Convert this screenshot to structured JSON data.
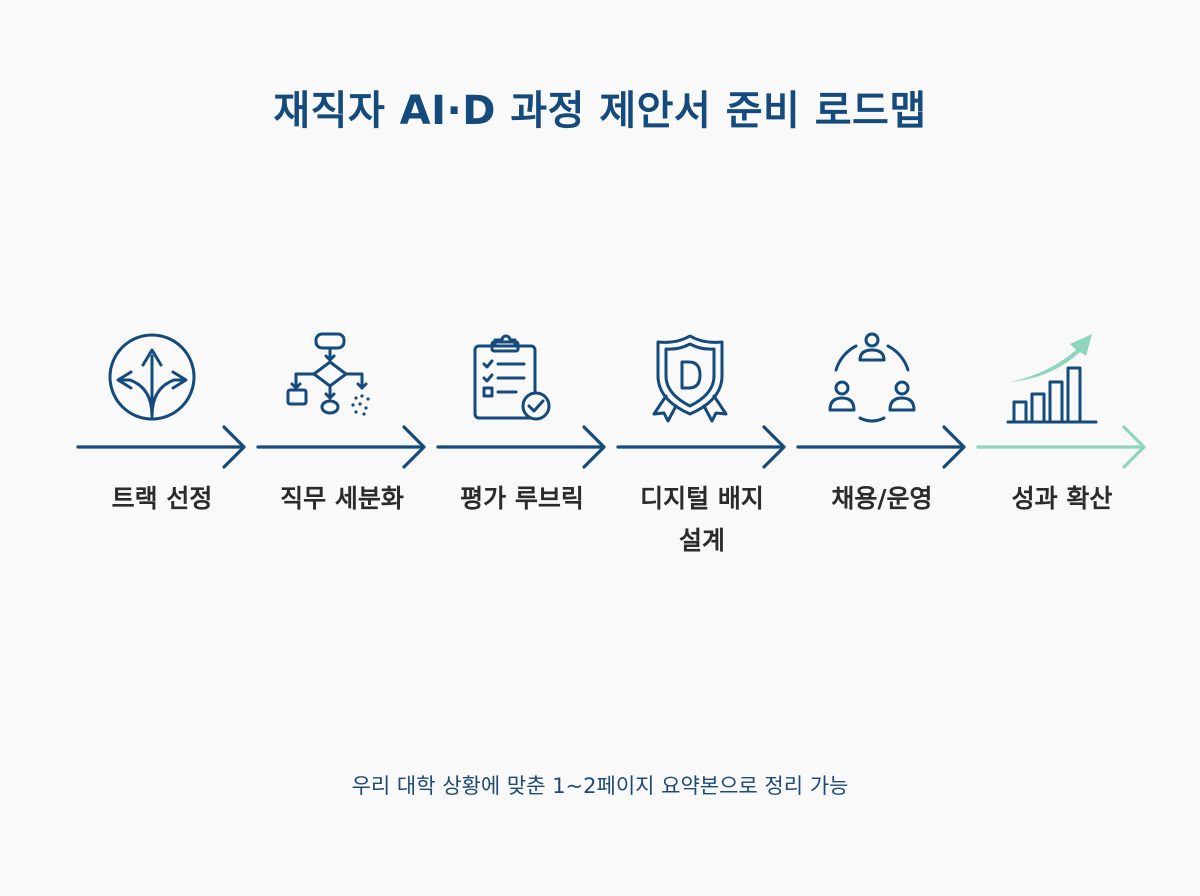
{
  "title": "재직자 AI·D 과정 제안서 준비 로드맵",
  "steps": [
    {
      "label": "트랙 선정",
      "icon": "diverging-arrows-icon"
    },
    {
      "label": "직무 세분화",
      "icon": "flowchart-icon"
    },
    {
      "label": "평가 루브릭",
      "icon": "clipboard-checklist-icon"
    },
    {
      "label": "디지털 배지\n설계",
      "icon": "shield-badge-icon"
    },
    {
      "label": "채용/운영",
      "icon": "people-network-icon"
    },
    {
      "label": "성과 확산",
      "icon": "growth-chart-icon"
    }
  ],
  "footer": "우리 대학 상황에 맞춘 1~2페이지 요약본으로 정리 가능",
  "colors": {
    "primary": "#144a7c",
    "accent": "#8fd4bf",
    "text": "#2b2b2b",
    "background": "#f9f9f9"
  }
}
